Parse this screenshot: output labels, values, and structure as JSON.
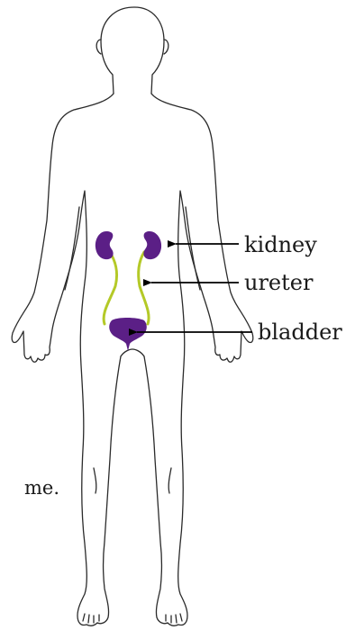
{
  "diagram": {
    "labels": {
      "kidney": "kidney",
      "ureter": "ureter",
      "bladder": "bladder"
    },
    "cut_off_text": "me.",
    "colors": {
      "organ": "#5b1f86",
      "ureter": "#b4c927",
      "outline": "#2b2b2b",
      "arrow": "#000000"
    }
  }
}
